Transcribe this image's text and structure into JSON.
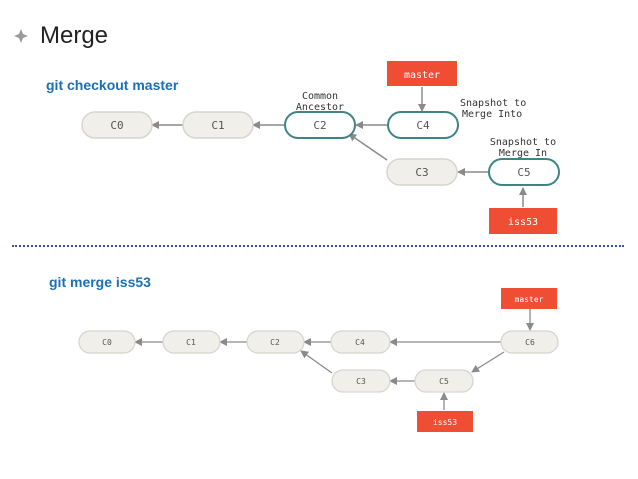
{
  "title": "Merge",
  "bullet_icon": "diamond-bullet",
  "colors": {
    "commit_fill": "#f0efea",
    "commit_stroke": "#d6d5cf",
    "highlight_stroke": "#3d8585",
    "highlight_fill": "#ffffff",
    "branch_fill": "#f04e34",
    "arrow": "#8a8a8a",
    "section_label": "#1b6fb5"
  },
  "top": {
    "label": "git checkout master",
    "commits": [
      "C0",
      "C1",
      "C2",
      "C4",
      "C3",
      "C5"
    ],
    "branches": [
      "master",
      "iss53"
    ],
    "annotations": {
      "common_ancestor": [
        "Common",
        "Ancestor"
      ],
      "snapshot_into": [
        "Snapshot to",
        "Merge Into"
      ],
      "snapshot_in": [
        "Snapshot to",
        "Merge In"
      ]
    }
  },
  "bottom": {
    "label": "git merge iss53",
    "commits": [
      "C0",
      "C1",
      "C2",
      "C4",
      "C6",
      "C3",
      "C5"
    ],
    "branches": [
      "master",
      "iss53"
    ]
  }
}
